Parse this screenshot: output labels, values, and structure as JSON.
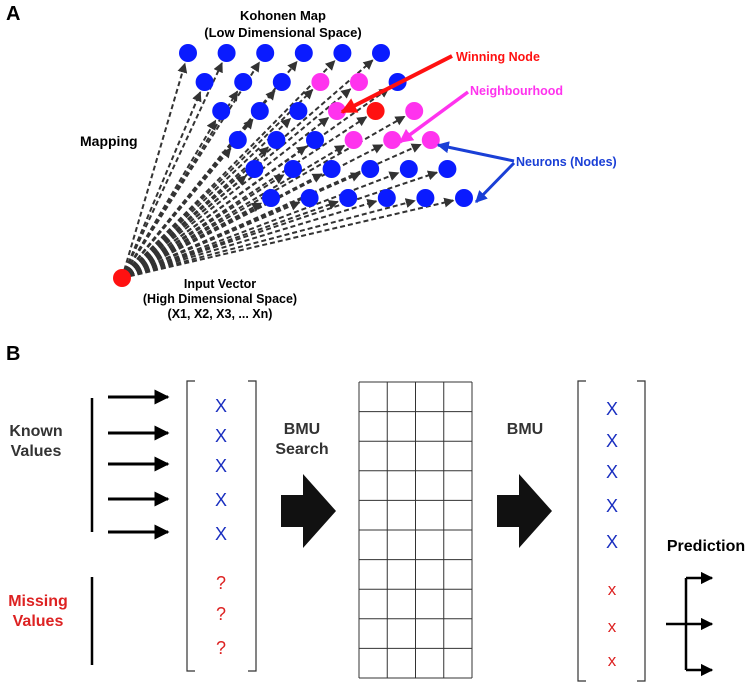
{
  "panel_a": {
    "label": "A",
    "map_title_line1": "Kohonen Map",
    "map_title_line2": "(Low Dimensional Space)",
    "mapping_label": "Mapping",
    "winning_node_label": "Winning Node",
    "neighbourhood_label": "Neighbourhood",
    "neurons_label": "Neurons (Nodes)",
    "input_line1": "Input Vector",
    "input_line2": "(High Dimensional Space)",
    "input_line3": "(X1, X2, X3, ... Xn)",
    "grid": {
      "rows": 6,
      "cols": 6,
      "winning": [
        2,
        4
      ],
      "neighbourhood": [
        [
          1,
          3
        ],
        [
          1,
          4
        ],
        [
          2,
          3
        ],
        [
          2,
          5
        ],
        [
          3,
          3
        ],
        [
          3,
          4
        ],
        [
          3,
          5
        ]
      ]
    },
    "colors": {
      "node": "#0a1bff",
      "neighbourhood": "#ff33ee",
      "winning": "#ff1111",
      "input": "#ff1111",
      "winning_arrow": "#ff1111",
      "neighbourhood_arrow": "#ff33ee",
      "neurons_arrow": "#1a3fd6",
      "mapping_arrows": "#333333"
    }
  },
  "panel_b": {
    "label": "B",
    "known_line1": "Known",
    "known_line2": "Values",
    "missing_line1": "Missing",
    "missing_line2": "Values",
    "bmu_search_line1": "BMU",
    "bmu_search_line2": "Search",
    "bmu_label": "BMU",
    "prediction_label": "Prediction",
    "input_vector": [
      "X",
      "X",
      "X",
      "X",
      "X",
      "?",
      "?",
      "?"
    ],
    "output_vector": [
      "X",
      "X",
      "X",
      "X",
      "X",
      "x",
      "x",
      "x"
    ],
    "grid": {
      "rows": 10,
      "cols": 4
    },
    "colors": {
      "known": "#1a2fc0",
      "missing": "#dd2222",
      "missing_label": "#dd2222"
    }
  }
}
